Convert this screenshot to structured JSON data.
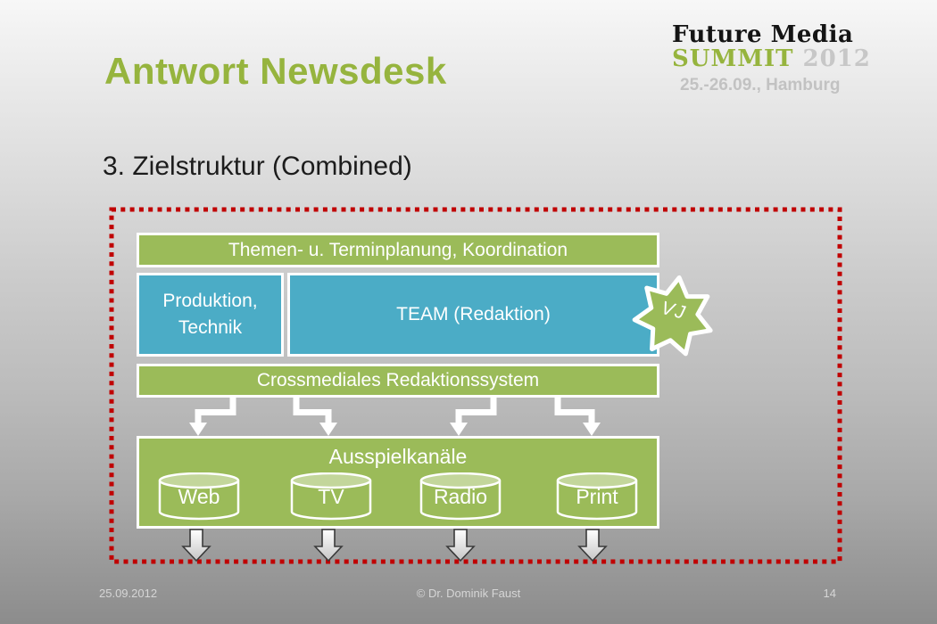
{
  "slide": {
    "title": "Antwort Newsdesk",
    "subtitle": "3. Zielstruktur (Combined)"
  },
  "logo": {
    "brand_top": "Future Media",
    "brand_main": "SUMMIT",
    "brand_year": "2012",
    "event_info": "25.-26.09., Hamburg"
  },
  "diagram": {
    "planning_bar": "Themen- u. Terminplanung, Koordination",
    "production_box": "Produktion, Technik",
    "team_box": "TEAM (Redaktion)",
    "vj_badge": "VJ",
    "system_bar": "Crossmediales Redaktionssystem",
    "channels_title": "Ausspielkanäle",
    "channels": [
      "Web",
      "TV",
      "Radio",
      "Print"
    ]
  },
  "footer": {
    "date": "25.09.2012",
    "copyright": "© Dr. Dominik Faust",
    "page_number": "14"
  },
  "colors": {
    "accent_green": "#9bbb59",
    "accent_green_light": "#c3d69b",
    "accent_blue": "#4bacc6",
    "frame_red": "#c00000",
    "title_green": "#96b43e"
  }
}
